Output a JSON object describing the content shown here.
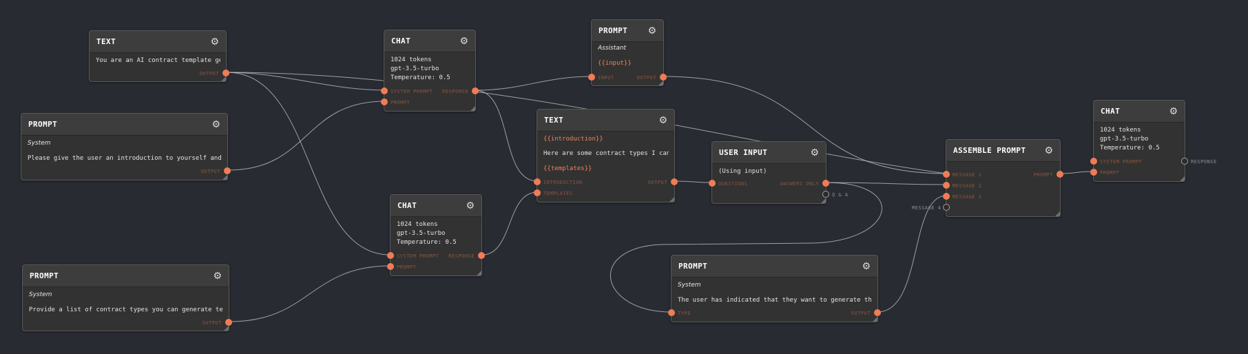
{
  "colors": {
    "background": "#282b32",
    "node_body": "#323232",
    "node_header": "#3d3d3d",
    "port": "#f07c55",
    "wire": "#c9c9c9",
    "variable": "#f0825f"
  },
  "icons": {
    "settings": "gear-icon"
  },
  "nodes": {
    "text1": {
      "title": "TEXT",
      "content": "You are an AI contract template generator",
      "output_label": "OUTPUT"
    },
    "prompt1": {
      "title": "PROMPT",
      "role": "System",
      "content": "Please give the user an introduction to yourself and ask what contract they want",
      "output_label": "OUTPUT"
    },
    "prompt2": {
      "title": "PROMPT",
      "role": "System",
      "content": "Provide a list of contract types you can generate templates for",
      "output_label": "OUTPUT"
    },
    "chat1": {
      "title": "CHAT",
      "tokens": "1024 tokens",
      "model": "gpt-3.5-turbo",
      "temperature": "Temperature: 0.5",
      "in1": "SYSTEM PROMPT",
      "in2": "PROMPT",
      "out": "RESPONSE"
    },
    "chat2": {
      "title": "CHAT",
      "tokens": "1024 tokens",
      "model": "gpt-3.5-turbo",
      "temperature": "Temperature: 0.5",
      "in1": "SYSTEM PROMPT",
      "in2": "PROMPT",
      "out": "RESPONSE"
    },
    "prompt3": {
      "title": "PROMPT",
      "role": "Assistant",
      "content": "{{input}}",
      "in": "INPUT",
      "out": "OUTPUT"
    },
    "text2": {
      "title": "TEXT",
      "var1": "{{introduction}}",
      "content": "Here are some contract types I can generate",
      "var2": "{{templates}}",
      "in1": "INTRODUCTION",
      "in2": "TEMPLATES",
      "out": "OUTPUT"
    },
    "userinput": {
      "title": "USER INPUT",
      "content": "(Using input)",
      "in": "QUESTIONS",
      "out1": "ANSWERS ONLY",
      "out2": "Q & A"
    },
    "prompt4": {
      "title": "PROMPT",
      "role": "System",
      "content": "The user has indicated that they want to generate this contract",
      "in": "TYPE",
      "out": "OUTPUT"
    },
    "assemble": {
      "title": "ASSEMBLE PROMPT",
      "in1": "MESSAGE 1",
      "in2": "MESSAGE 2",
      "in3": "MESSAGE 3",
      "in4": "MESSAGE 4",
      "out": "PROMPT"
    },
    "chat3": {
      "title": "CHAT",
      "tokens": "1024 tokens",
      "model": "gpt-3.5-turbo",
      "temperature": "Temperature: 0.5",
      "in1": "SYSTEM PROMPT",
      "in2": "PROMPT",
      "out": "RESPONSE"
    }
  }
}
